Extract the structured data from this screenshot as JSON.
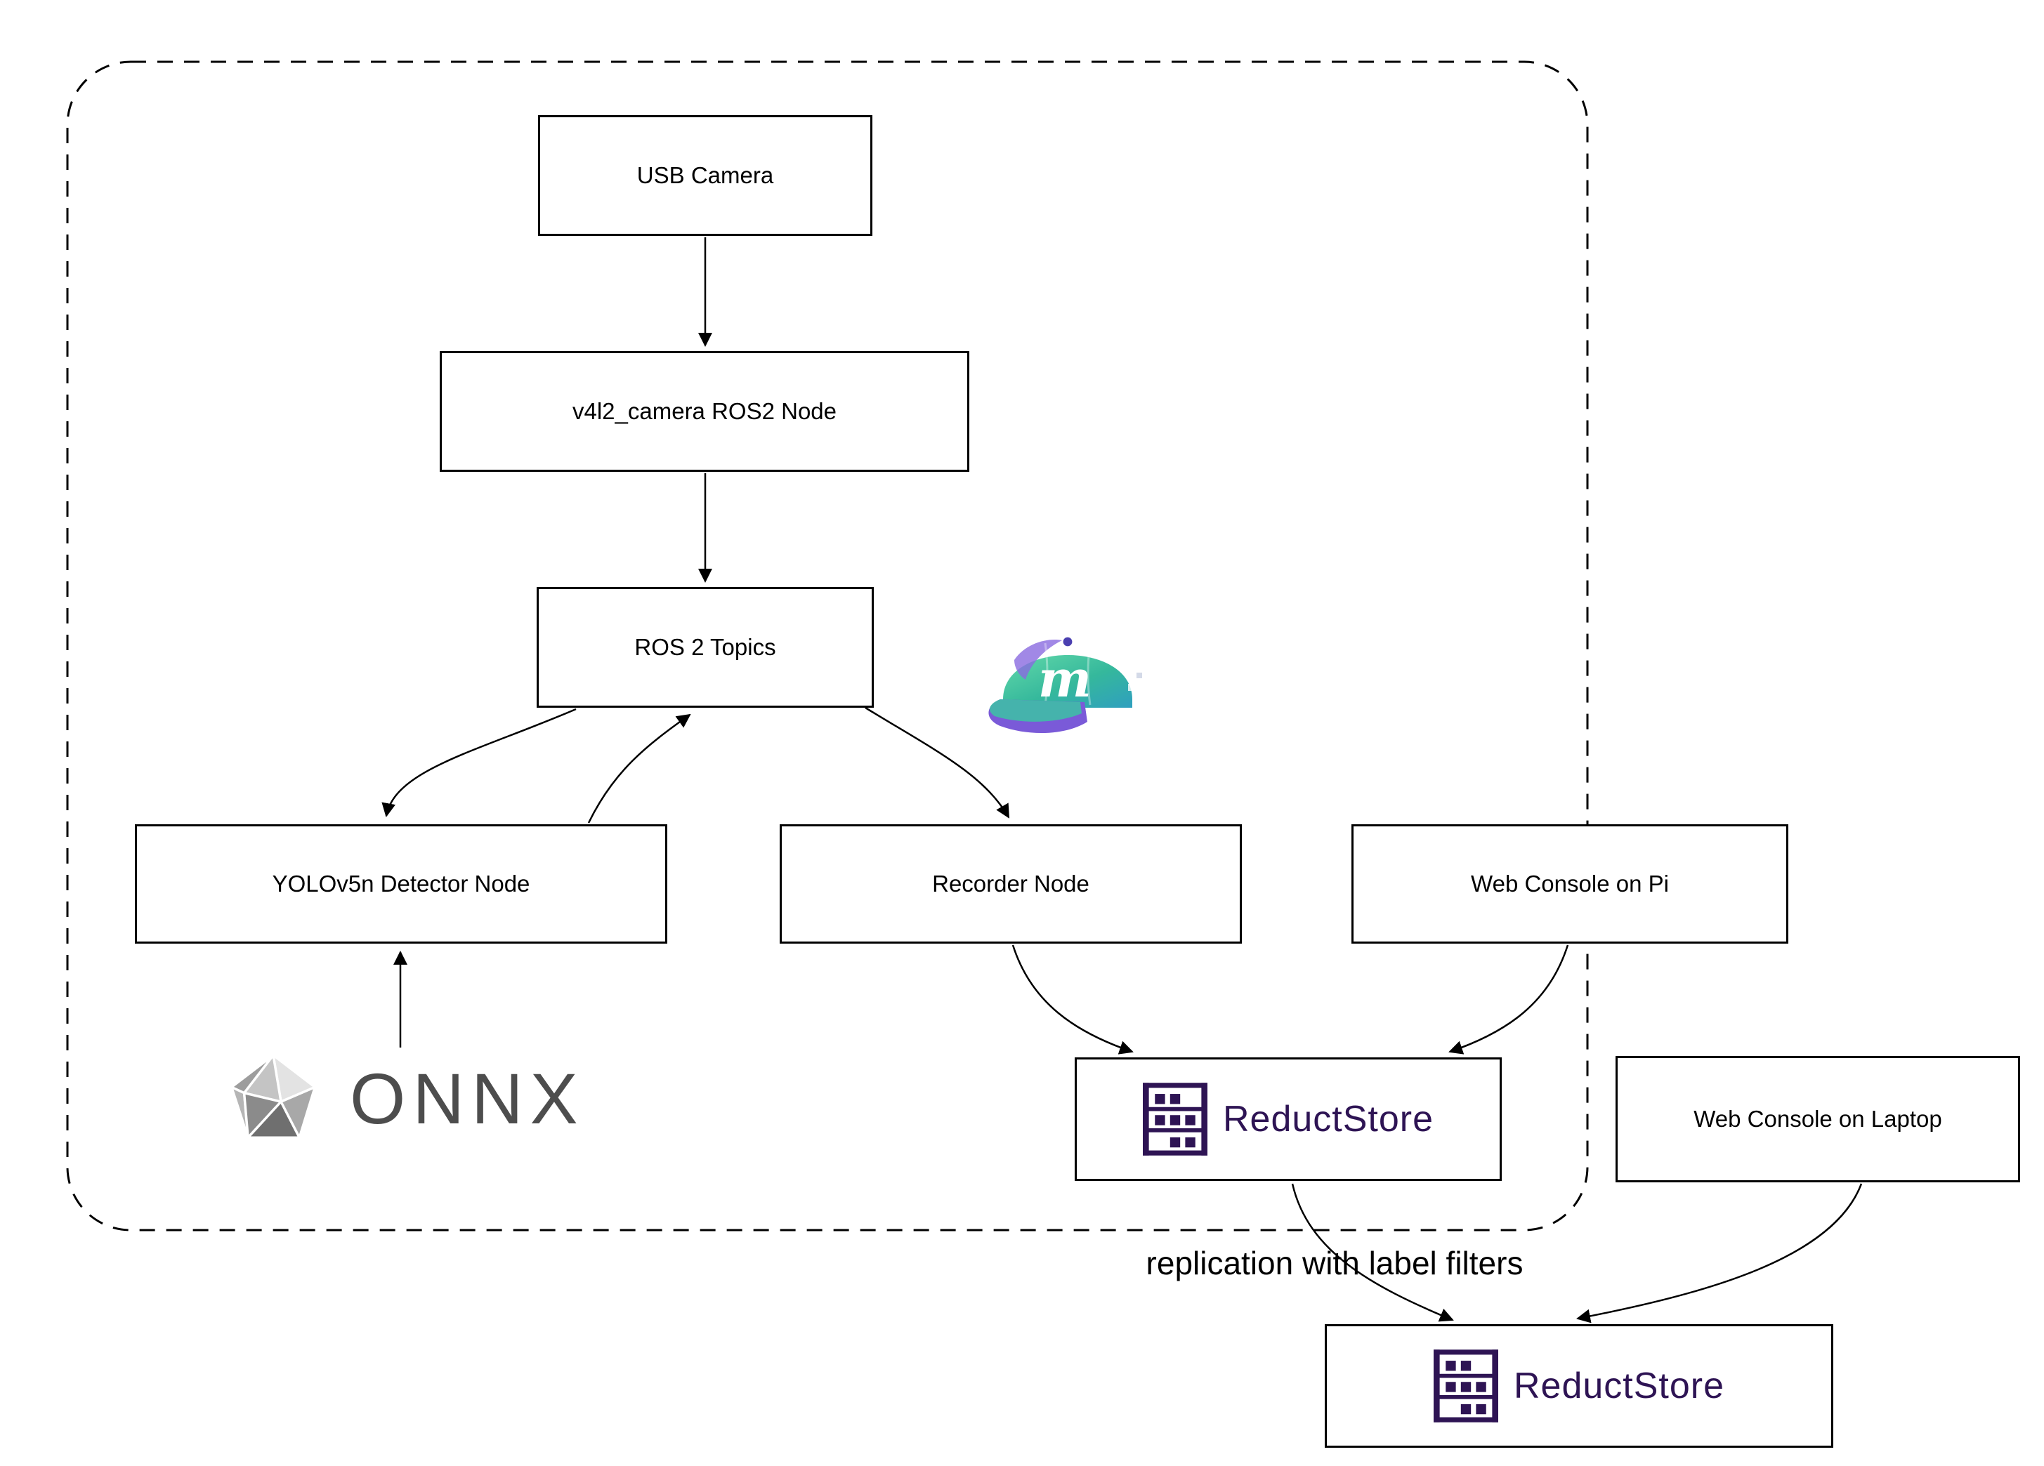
{
  "colors": {
    "canvas_bg": "#ffffff",
    "box_border": "#000000",
    "reductstore_purple": "#2e1454",
    "onnx_gray": "#4d4d4d",
    "mcap_teal": "#3cc3a4",
    "mcap_purple": "#7a5ad8"
  },
  "nodes": {
    "usb_camera": {
      "label": "USB Camera"
    },
    "v4l2_node": {
      "label": "v4l2_camera ROS2 Node"
    },
    "ros2_topics": {
      "label": "ROS 2 Topics"
    },
    "yolo_detector": {
      "label": "YOLOv5n Detector Node"
    },
    "recorder": {
      "label": "Recorder Node"
    },
    "web_console_pi": {
      "label": "Web Console on Pi"
    },
    "reductstore_pi": {
      "label": "ReductStore"
    },
    "web_console_laptop": {
      "label": "Web Console on Laptop"
    },
    "reductstore_central": {
      "label": "ReductStore"
    }
  },
  "annotations": {
    "replication": "replication with label filters",
    "onnx_wordmark": "ONNX",
    "mcap_letter": "m"
  },
  "icons": {
    "onnx": "onnx-polyhedron-icon",
    "mcap": "mcap-cap-icon",
    "reductstore": "reductstore-shelf-icon"
  }
}
